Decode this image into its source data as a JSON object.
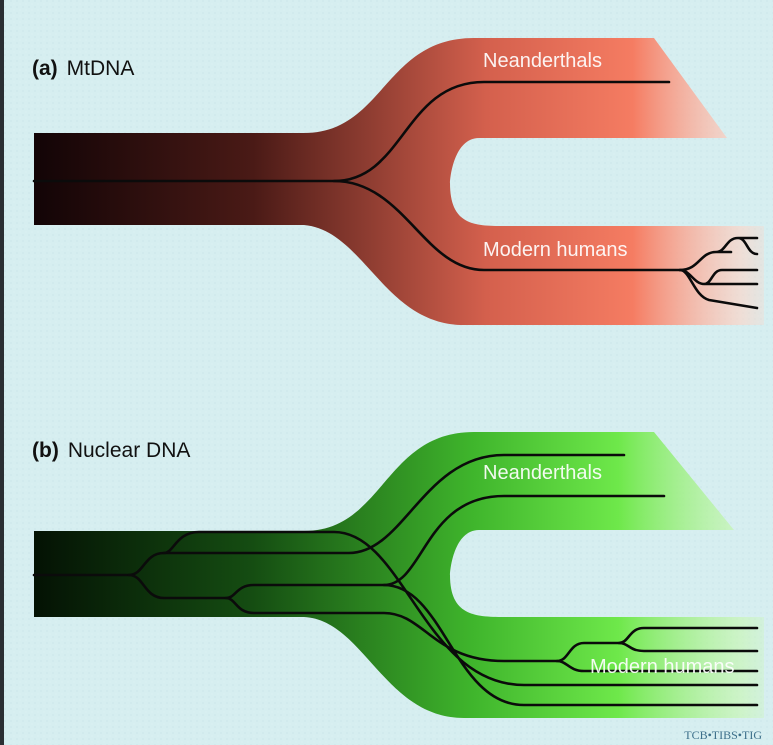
{
  "panels": [
    {
      "letter": "(a)",
      "title": "MtDNA",
      "upper_group": "Neanderthals",
      "lower_group": "Modern humans",
      "color_dark": "#120406",
      "color_bright": "#f57c62"
    },
    {
      "letter": "(b)",
      "title": "Nuclear DNA",
      "upper_group": "Neanderthals",
      "lower_group": "Modern humans",
      "color_dark": "#041204",
      "color_bright": "#6ee84a"
    }
  ],
  "credit": "TCB•TIBS•TIG",
  "colors": {
    "background": "#d6eef0",
    "frame": "#2b2f33",
    "lineage_line": "#0b0b0b",
    "group_label": "#ffffff"
  }
}
